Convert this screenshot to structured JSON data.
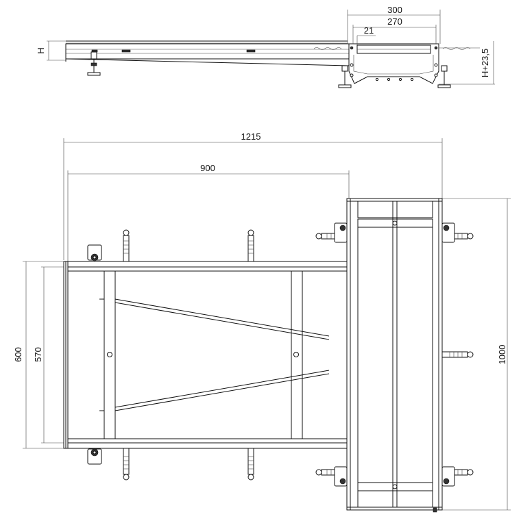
{
  "side_view": {
    "dim_h": "H",
    "dim_h_plus": "H+23,5",
    "dim_300": "300",
    "dim_270": "270",
    "dim_21": "21"
  },
  "plan_view": {
    "dim_1215": "1215",
    "dim_900": "900",
    "dim_600": "600",
    "dim_570": "570",
    "dim_1000": "1000"
  },
  "colors": {
    "line": "#111111",
    "fill": "#ffffff",
    "dark": "#333333"
  },
  "icons": [
    "adjustable-foot-icon",
    "mounting-bracket-icon",
    "screw-hole-icon"
  ]
}
